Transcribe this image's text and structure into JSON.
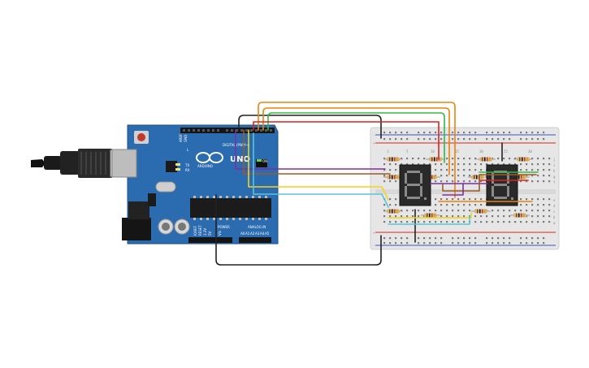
{
  "board": {
    "model": "UNO",
    "brand": "ARDUINO",
    "on_label": "ON",
    "tx_label": "TX",
    "rx_label": "RX",
    "l_label": "L",
    "digital_label": "DIGITAL (PWM~)",
    "power_label": "POWER",
    "analog_label": "ANALOG IN",
    "aref_label": "AREF",
    "gnd_label": "GND",
    "ioref_label": "IOREF",
    "reset_label": "RESET",
    "v33_label": "3.3V",
    "v5_label": "5V",
    "vin_label": "Vin",
    "analog_pins": [
      "A0",
      "A1",
      "A2",
      "A3",
      "A4",
      "A5"
    ]
  },
  "breadboard": {
    "column_numbers": [
      "1",
      "5",
      "10",
      "15",
      "20",
      "25",
      "30"
    ],
    "row_letters_top": [
      "j",
      "i",
      "h",
      "g",
      "f"
    ],
    "row_letters_bottom": [
      "e",
      "d",
      "c",
      "b",
      "a"
    ],
    "rail_plus": "+",
    "rail_minus": "-"
  },
  "displays": [
    {
      "name": "display-left",
      "digit": "8"
    },
    {
      "name": "display-right",
      "digit": "8"
    }
  ],
  "wire_colors": {
    "orange": "#e8830e",
    "green": "#39b54a",
    "red": "#d9241b",
    "purple": "#7e2fa0",
    "brown": "#9b5b2a",
    "yellow": "#f4d221",
    "cyan": "#5bc3d8",
    "black": "#222222"
  }
}
